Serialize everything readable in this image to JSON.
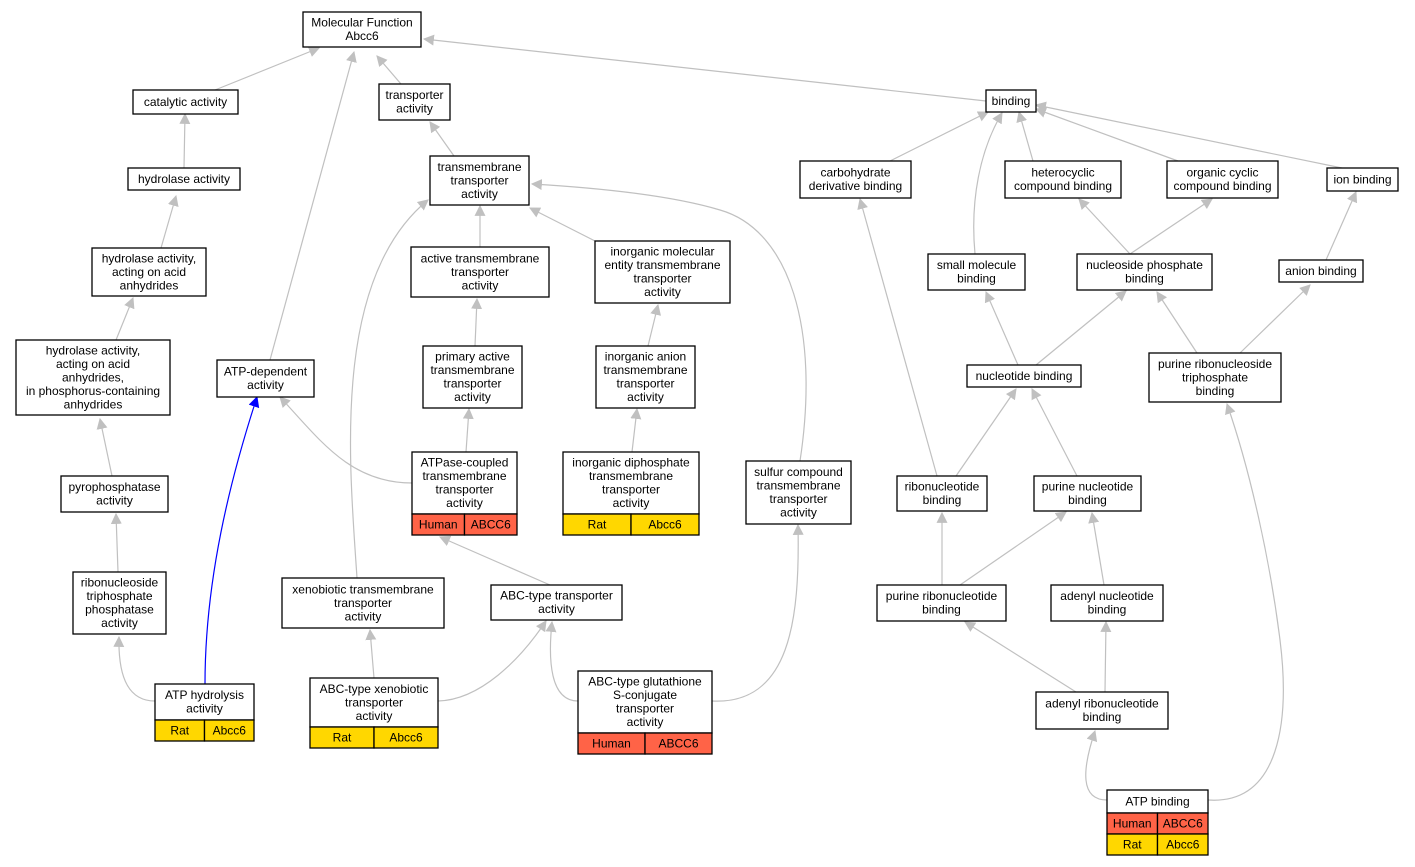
{
  "colors": {
    "edge": "#c0c0c0",
    "edge_highlight": "#0000ff",
    "human": "#ff6347",
    "rat": "#ffd700"
  },
  "nodes": [
    {
      "id": "mf",
      "lines": [
        "Molecular Function",
        "Abcc6"
      ]
    },
    {
      "id": "catalytic",
      "lines": [
        "catalytic activity"
      ]
    },
    {
      "id": "transporter",
      "lines": [
        "transporter",
        "activity"
      ]
    },
    {
      "id": "binding",
      "lines": [
        "binding"
      ]
    },
    {
      "id": "hydrolase",
      "lines": [
        "hydrolase activity"
      ]
    },
    {
      "id": "tm_transporter",
      "lines": [
        "transmembrane",
        "transporter",
        "activity"
      ]
    },
    {
      "id": "carb_binding",
      "lines": [
        "carbohydrate",
        "derivative binding"
      ]
    },
    {
      "id": "heterocyclic",
      "lines": [
        "heterocyclic",
        "compound binding"
      ]
    },
    {
      "id": "organic_cyclic",
      "lines": [
        "organic cyclic",
        "compound binding"
      ]
    },
    {
      "id": "ion_binding",
      "lines": [
        "ion binding"
      ]
    },
    {
      "id": "hydrolase_acid",
      "lines": [
        "hydrolase activity,",
        "acting on acid",
        "anhydrides"
      ]
    },
    {
      "id": "active_tm",
      "lines": [
        "active transmembrane",
        "transporter",
        "activity"
      ]
    },
    {
      "id": "inorg_mol",
      "lines": [
        "inorganic molecular",
        "entity transmembrane",
        "transporter",
        "activity"
      ]
    },
    {
      "id": "small_mol",
      "lines": [
        "small molecule",
        "binding"
      ]
    },
    {
      "id": "nucleoside_phos",
      "lines": [
        "nucleoside phosphate",
        "binding"
      ]
    },
    {
      "id": "anion_binding",
      "lines": [
        "anion binding"
      ]
    },
    {
      "id": "hydrolase_phos",
      "lines": [
        "hydrolase activity,",
        "acting on acid",
        "anhydrides,",
        "in phosphorus-containing",
        "anhydrides"
      ]
    },
    {
      "id": "atp_dependent",
      "lines": [
        "ATP-dependent",
        "activity"
      ]
    },
    {
      "id": "primary_active",
      "lines": [
        "primary active",
        "transmembrane",
        "transporter",
        "activity"
      ]
    },
    {
      "id": "inorg_anion",
      "lines": [
        "inorganic anion",
        "transmembrane",
        "transporter",
        "activity"
      ]
    },
    {
      "id": "nucleotide_binding",
      "lines": [
        "nucleotide binding"
      ]
    },
    {
      "id": "purine_rnts",
      "lines": [
        "purine ribonucleoside",
        "triphosphate",
        "binding"
      ]
    },
    {
      "id": "pyrophosphatase",
      "lines": [
        "pyrophosphatase",
        "activity"
      ]
    },
    {
      "id": "atpase_coupled",
      "lines": [
        "ATPase-coupled",
        "transmembrane",
        "transporter",
        "activity"
      ],
      "annotations": [
        [
          "Human",
          "ABCC6"
        ]
      ]
    },
    {
      "id": "inorg_diphos",
      "lines": [
        "inorganic diphosphate",
        "transmembrane",
        "transporter",
        "activity"
      ],
      "annotations": [
        [
          "Rat",
          "Abcc6"
        ]
      ]
    },
    {
      "id": "sulfur",
      "lines": [
        "sulfur compound",
        "transmembrane",
        "transporter",
        "activity"
      ]
    },
    {
      "id": "ribonucleotide",
      "lines": [
        "ribonucleotide",
        "binding"
      ]
    },
    {
      "id": "purine_nucleotide",
      "lines": [
        "purine nucleotide",
        "binding"
      ]
    },
    {
      "id": "rnt_phosphatase",
      "lines": [
        "ribonucleoside",
        "triphosphate",
        "phosphatase",
        "activity"
      ]
    },
    {
      "id": "xenobiotic",
      "lines": [
        "xenobiotic transmembrane",
        "transporter",
        "activity"
      ]
    },
    {
      "id": "abc_type",
      "lines": [
        "ABC-type transporter",
        "activity"
      ]
    },
    {
      "id": "purine_ribonucleotide",
      "lines": [
        "purine ribonucleotide",
        "binding"
      ]
    },
    {
      "id": "adenyl_nucleotide",
      "lines": [
        "adenyl nucleotide",
        "binding"
      ]
    },
    {
      "id": "atp_hydrolysis",
      "lines": [
        "ATP hydrolysis",
        "activity"
      ],
      "annotations": [
        [
          "Rat",
          "Abcc6"
        ]
      ]
    },
    {
      "id": "abc_xenobiotic",
      "lines": [
        "ABC-type xenobiotic",
        "transporter",
        "activity"
      ],
      "annotations": [
        [
          "Rat",
          "Abcc6"
        ]
      ]
    },
    {
      "id": "abc_glutathione",
      "lines": [
        "ABC-type glutathione",
        "S-conjugate",
        "transporter",
        "activity"
      ],
      "annotations": [
        [
          "Human",
          "ABCC6"
        ]
      ]
    },
    {
      "id": "adenyl_ribonucleotide",
      "lines": [
        "adenyl ribonucleotide",
        "binding"
      ]
    },
    {
      "id": "atp_binding",
      "lines": [
        "ATP binding"
      ],
      "annotations": [
        [
          "Human",
          "ABCC6"
        ],
        [
          "Rat",
          "Abcc6"
        ]
      ]
    }
  ],
  "edges": [
    {
      "from": "catalytic",
      "to": "mf"
    },
    {
      "from": "transporter",
      "to": "mf"
    },
    {
      "from": "binding",
      "to": "mf"
    },
    {
      "from": "atp_dependent",
      "to": "mf"
    },
    {
      "from": "hydrolase",
      "to": "catalytic"
    },
    {
      "from": "hydrolase_acid",
      "to": "hydrolase"
    },
    {
      "from": "hydrolase_phos",
      "to": "hydrolase_acid"
    },
    {
      "from": "pyrophosphatase",
      "to": "hydrolase_phos"
    },
    {
      "from": "rnt_phosphatase",
      "to": "pyrophosphatase"
    },
    {
      "from": "atp_hydrolysis",
      "to": "rnt_phosphatase"
    },
    {
      "from": "atp_hydrolysis",
      "to": "atp_dependent",
      "highlight": true
    },
    {
      "from": "tm_transporter",
      "to": "transporter"
    },
    {
      "from": "active_tm",
      "to": "tm_transporter"
    },
    {
      "from": "inorg_mol",
      "to": "tm_transporter"
    },
    {
      "from": "sulfur",
      "to": "tm_transporter"
    },
    {
      "from": "xenobiotic",
      "to": "tm_transporter"
    },
    {
      "from": "primary_active",
      "to": "active_tm"
    },
    {
      "from": "atpase_coupled",
      "to": "primary_active"
    },
    {
      "from": "atpase_coupled",
      "to": "atp_dependent"
    },
    {
      "from": "inorg_anion",
      "to": "inorg_mol"
    },
    {
      "from": "inorg_diphos",
      "to": "inorg_anion"
    },
    {
      "from": "abc_type",
      "to": "atpase_coupled"
    },
    {
      "from": "abc_xenobiotic",
      "to": "xenobiotic"
    },
    {
      "from": "abc_xenobiotic",
      "to": "abc_type"
    },
    {
      "from": "abc_glutathione",
      "to": "abc_type"
    },
    {
      "from": "abc_glutathione",
      "to": "sulfur"
    },
    {
      "from": "carb_binding",
      "to": "binding"
    },
    {
      "from": "heterocyclic",
      "to": "binding"
    },
    {
      "from": "organic_cyclic",
      "to": "binding"
    },
    {
      "from": "ion_binding",
      "to": "binding"
    },
    {
      "from": "small_mol",
      "to": "binding"
    },
    {
      "from": "anion_binding",
      "to": "ion_binding"
    },
    {
      "from": "nucleoside_phos",
      "to": "heterocyclic"
    },
    {
      "from": "nucleoside_phos",
      "to": "organic_cyclic"
    },
    {
      "from": "nucleotide_binding",
      "to": "small_mol"
    },
    {
      "from": "nucleotide_binding",
      "to": "nucleoside_phos"
    },
    {
      "from": "purine_rnts",
      "to": "nucleoside_phos"
    },
    {
      "from": "purine_rnts",
      "to": "anion_binding"
    },
    {
      "from": "ribonucleotide",
      "to": "nucleotide_binding"
    },
    {
      "from": "purine_nucleotide",
      "to": "nucleotide_binding"
    },
    {
      "from": "ribonucleotide",
      "to": "carb_binding"
    },
    {
      "from": "purine_ribonucleotide",
      "to": "ribonucleotide"
    },
    {
      "from": "purine_ribonucleotide",
      "to": "purine_nucleotide"
    },
    {
      "from": "adenyl_nucleotide",
      "to": "purine_nucleotide"
    },
    {
      "from": "adenyl_ribonucleotide",
      "to": "purine_ribonucleotide"
    },
    {
      "from": "adenyl_ribonucleotide",
      "to": "adenyl_nucleotide"
    },
    {
      "from": "atp_binding",
      "to": "adenyl_ribonucleotide"
    },
    {
      "from": "atp_binding",
      "to": "purine_rnts"
    }
  ]
}
